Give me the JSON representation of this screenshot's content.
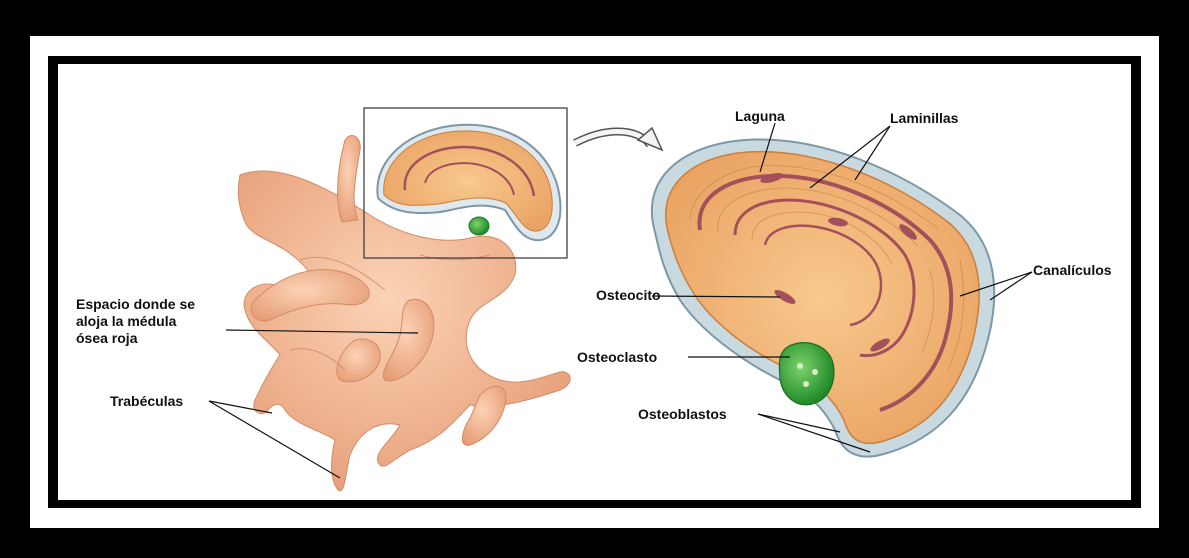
{
  "labels": {
    "laguna": "Laguna",
    "laminillas": "Laminillas",
    "canaliculos": "Canalículos",
    "osteocito": "Osteocito",
    "osteoclasto": "Osteoclasto",
    "osteoblastos": "Osteoblastos",
    "espacio": "Espacio donde se\naloja la médula\nósea roja",
    "trabeculas": "Trabéculas"
  },
  "colors": {
    "bone": "#f3b891",
    "bone_dark": "#d98a64",
    "lamella": "#f2b574",
    "lamella_line": "#c97f3e",
    "lacuna": "#a4505a",
    "osteoblast": "#a9c4d0",
    "osteoclast": "#2fae3a",
    "frame": "#000000"
  },
  "icons": [
    "curved-arrow-icon"
  ]
}
